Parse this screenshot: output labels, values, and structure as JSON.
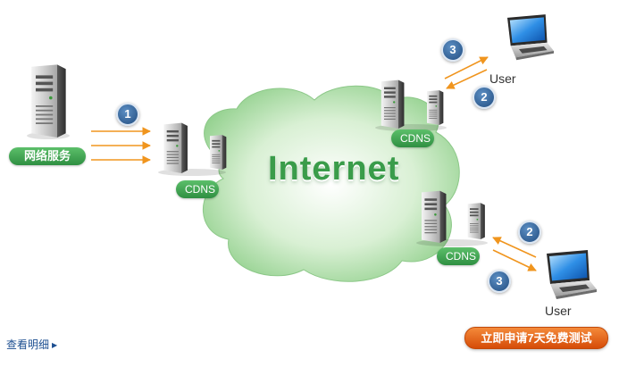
{
  "center_label": "Internet",
  "origin": {
    "label": "网络服务"
  },
  "nodes": [
    {
      "label": "CDNS"
    },
    {
      "label": "CDNS"
    },
    {
      "label": "CDNS"
    }
  ],
  "users": [
    {
      "label": "User"
    },
    {
      "label": "User"
    }
  ],
  "step_badges": {
    "origin_step": "1",
    "top_step_send": "3",
    "top_step_return": "2",
    "bottom_step_return": "2",
    "bottom_step_send": "3"
  },
  "footer": {
    "details_link": "查看明细",
    "trial_button": "立即申请7天免费测试"
  },
  "colors": {
    "cloud": "#9ed69a",
    "arrow": "#f0951e",
    "pill": "#3f9e50",
    "badge": "#2c5a8e",
    "button": "#e8661c"
  }
}
